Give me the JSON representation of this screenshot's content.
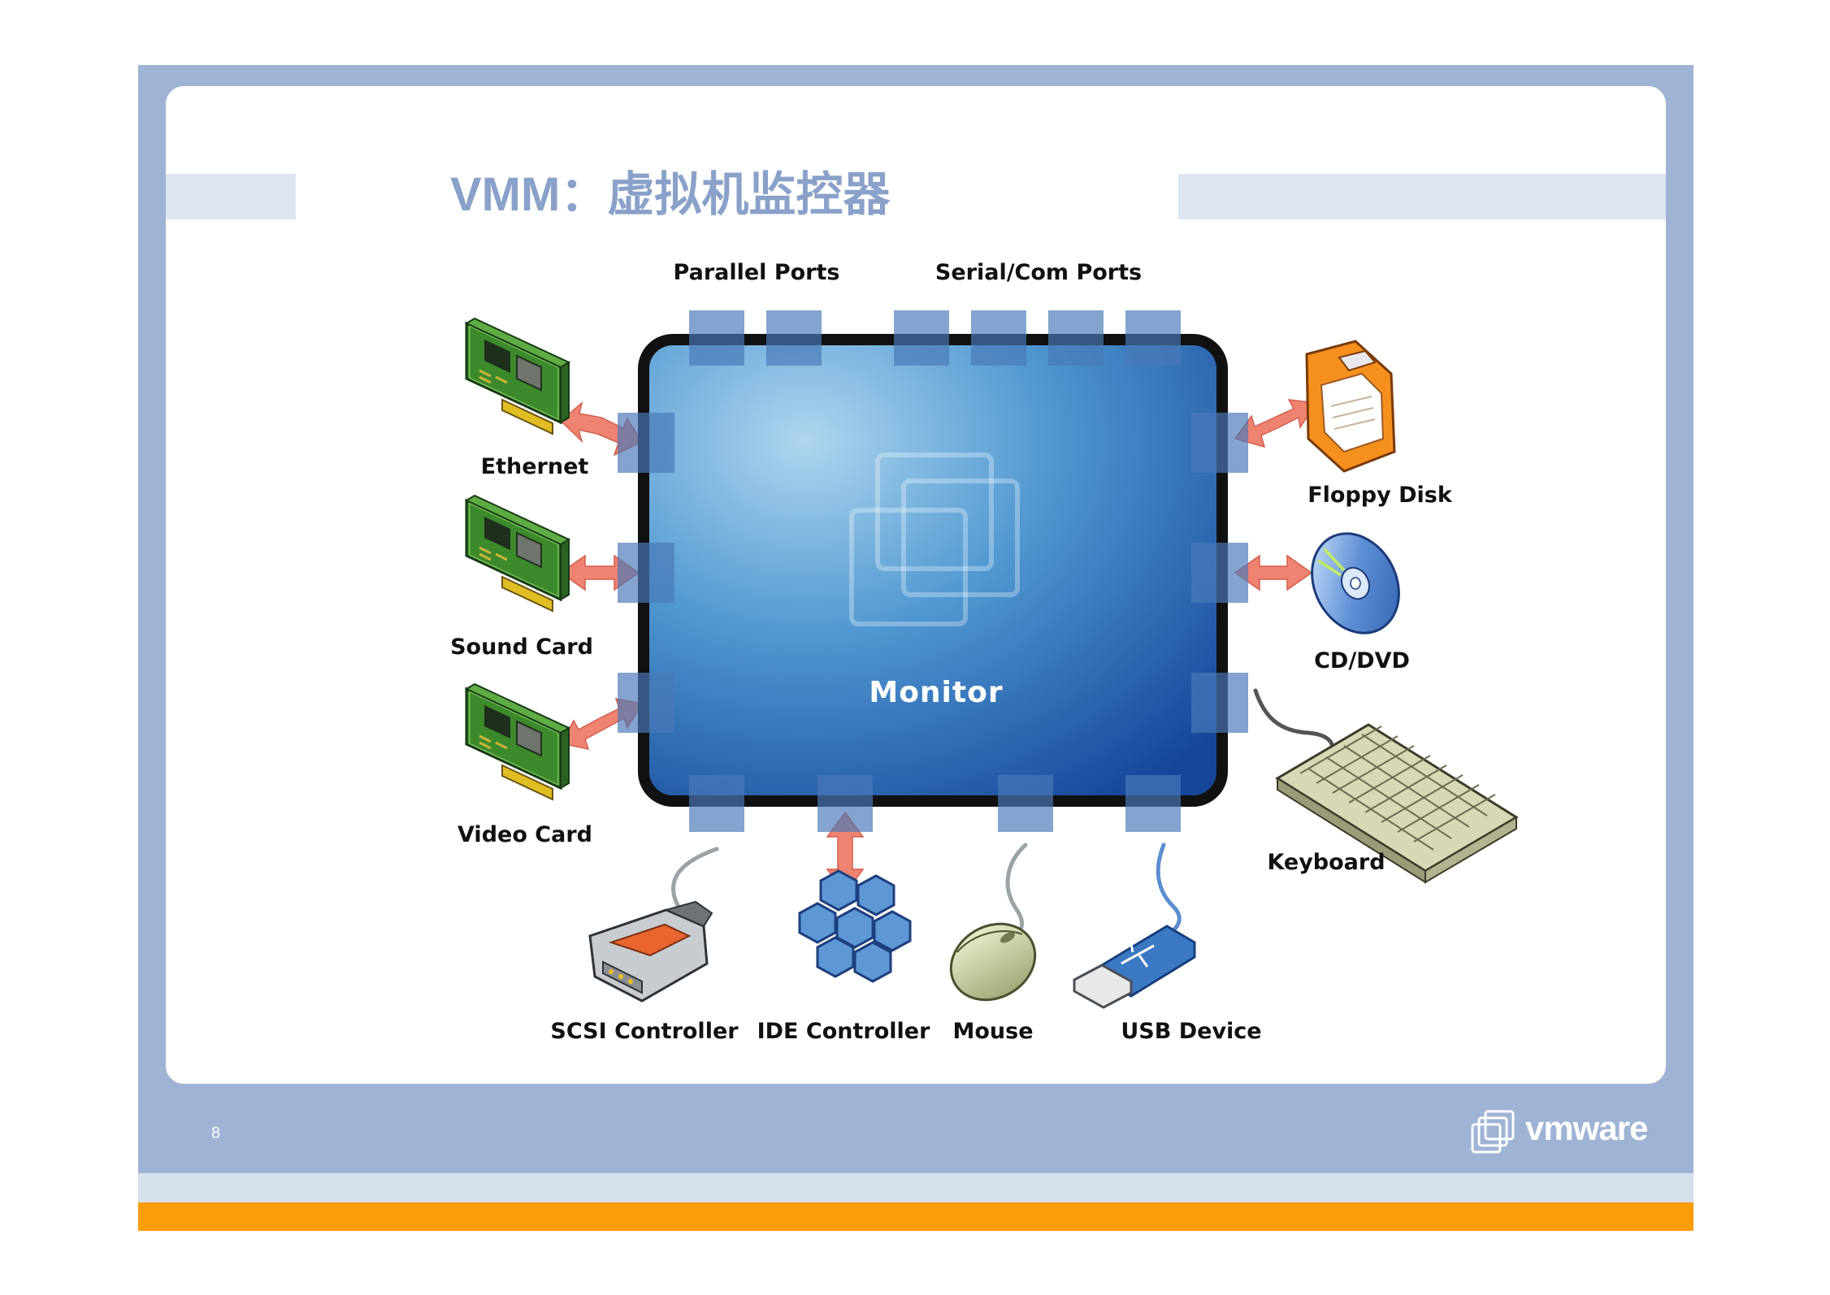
{
  "slide": {
    "title": "VMM：虚拟机监控器",
    "page_number": "8",
    "logo_text": "vmware"
  },
  "diagram": {
    "center_label": "Monitor",
    "ports": {
      "parallel_label": "Parallel Ports",
      "serial_label": "Serial/Com Ports"
    },
    "left_devices": [
      "Ethernet",
      "Sound Card",
      "Video Card"
    ],
    "right_devices": [
      "Floppy Disk",
      "CD/DVD",
      "Keyboard"
    ],
    "bottom_devices": [
      "SCSI Controller",
      "IDE Controller",
      "Mouse",
      "USB Device"
    ]
  },
  "colors": {
    "frame": "#9fb3d4",
    "accent": "#fb9c0b",
    "title": "#8aa1c9",
    "monitor": "#2f6fb8",
    "port": "#4a79b8",
    "arrow": "#ef8372"
  }
}
